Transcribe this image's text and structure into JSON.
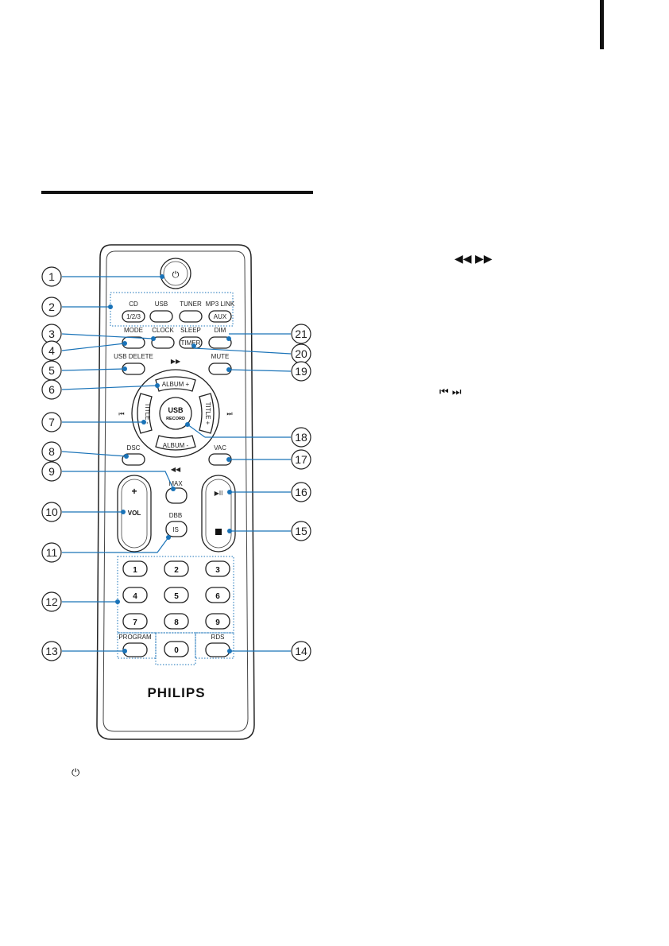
{
  "callouts": [
    "1",
    "2",
    "3",
    "4",
    "5",
    "6",
    "7",
    "8",
    "9",
    "10",
    "11",
    "12",
    "13",
    "14",
    "15",
    "16",
    "17",
    "18",
    "19",
    "20",
    "21"
  ],
  "remote": {
    "source_row": [
      "CD",
      "USB",
      "TUNER",
      "MP3 LINK"
    ],
    "source_sub": [
      "1/2/3",
      "AUX"
    ],
    "row_mode": [
      "MODE",
      "CLOCK",
      "SLEEP",
      "DIM"
    ],
    "timer": "TIMER",
    "usb_delete": "USB DELETE",
    "mute": "MUTE",
    "album_plus": "ALBUM +",
    "album_minus": "ALBUM -",
    "title_minus": "TITLE -",
    "title_plus": "TITLE +",
    "center": [
      "USB",
      "RECORD"
    ],
    "dsc": "DSC",
    "vac": "VAC",
    "max": "MAX",
    "vol": "VOL",
    "vol_plus": "+",
    "dbb": "DBB",
    "is": "IS",
    "numbers": [
      "1",
      "2",
      "3",
      "4",
      "5",
      "6",
      "7",
      "8",
      "9",
      "0"
    ],
    "program": "PROGRAM",
    "rds": "RDS",
    "brand": "PHILIPS"
  },
  "glyphs": {
    "rewind_forward": "◀◀ ▶▶",
    "prev_next": "⏮ ⏭",
    "power": "⏻"
  }
}
